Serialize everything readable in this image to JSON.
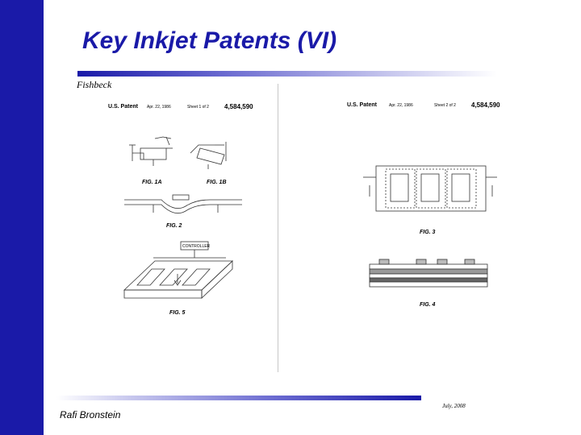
{
  "slide": {
    "title": "Key Inkjet Patents (VI)",
    "author_top": "Fishbeck",
    "author_bottom": "Rafi Bronstein",
    "date": "July, 2008"
  },
  "colors": {
    "accent": "#1a1aa8",
    "background": "#ffffff"
  },
  "sheet1": {
    "header": "U.S. Patent",
    "date": "Apr. 22, 1986",
    "sheet": "Sheet 1 of 2",
    "number": "4,584,590",
    "figures": [
      "FIG. 1A",
      "FIG. 1B",
      "FIG. 2",
      "FIG. 5"
    ],
    "controller_label": "CONTROLLER"
  },
  "sheet2": {
    "header": "U.S. Patent",
    "date": "Apr. 22, 1986",
    "sheet": "Sheet 2 of 2",
    "number": "4,584,590",
    "figures": [
      "FIG. 3",
      "FIG. 4"
    ]
  }
}
